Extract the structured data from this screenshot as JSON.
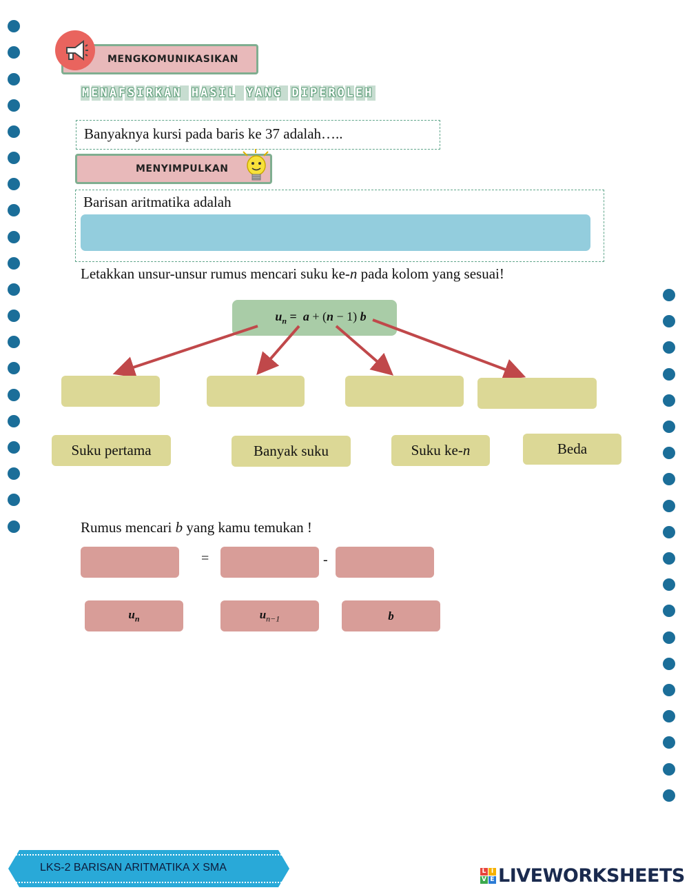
{
  "header": {
    "banner_title": "MENGKOMUNIKASIKAN",
    "subtitle": "MENAFSIRKAN HASIL YANG DIPEROLEH"
  },
  "question": {
    "text": "Banyaknya kursi pada baris ke 37 adalah….."
  },
  "conclusion": {
    "banner_title": "MENYIMPULKAN",
    "prompt": "Barisan aritmatika adalah",
    "answer_value": ""
  },
  "formula_section": {
    "instruction_main": "Letakkan unsur-unsur rumus mencari suku ke-",
    "instruction_var": "n",
    "instruction_rest": " pada kolom yang sesuai!",
    "formula": {
      "u": "u",
      "sub": "n",
      "eq": " =  ",
      "a": "a",
      "mid": " + (",
      "n": "n",
      "rest": " − 1) ",
      "b": "b"
    },
    "labels": {
      "suku_pertama": "Suku pertama",
      "banyak_suku": "Banyak suku",
      "suku_ke_main": "Suku ke-",
      "suku_ke_var": "n",
      "beda": "Beda"
    }
  },
  "b_formula": {
    "instruction_main": "Rumus mencari ",
    "instruction_var": "b",
    "instruction_rest": " yang kamu temukan !",
    "equals": "=",
    "minus": "-",
    "label_un_base": "u",
    "label_un_sub": "n",
    "label_un1_base": "u",
    "label_un1_sub": "n−1",
    "label_b": "b"
  },
  "footer": {
    "title": "LKS-2 BARISAN ARITMATIKA X SMA",
    "logo_text": "LIVEWORKSHEETS",
    "logo_letters": [
      "L",
      "I",
      "V",
      "E"
    ]
  },
  "colors": {
    "dots": "#1b6e99",
    "arrow": "#c0484a",
    "answer_box": "#93cddd",
    "yellow_slot": "#dcd896",
    "red_slot": "#d89d98",
    "footer": "#29a9d8"
  }
}
